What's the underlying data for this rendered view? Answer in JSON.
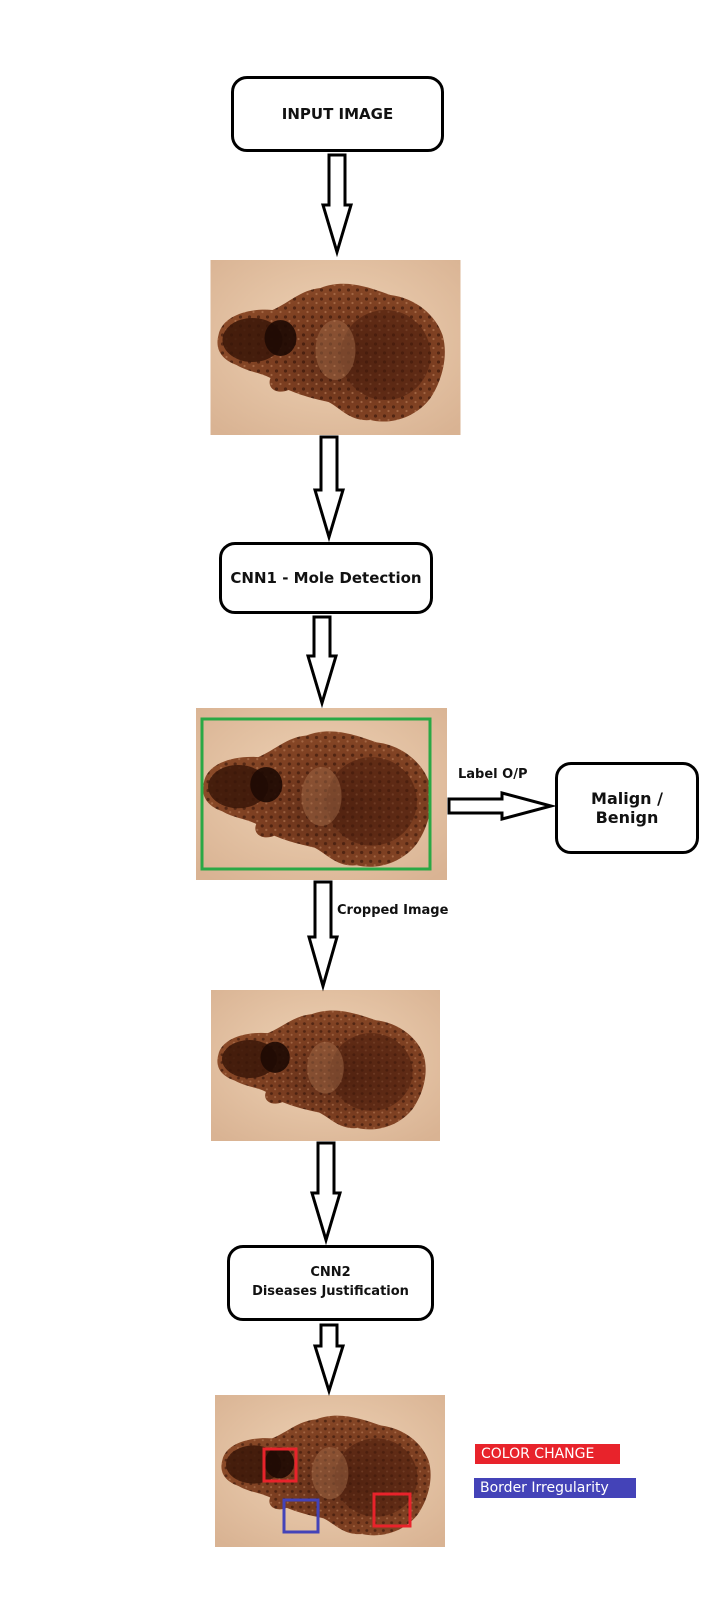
{
  "nodes": {
    "input": "INPUT IMAGE",
    "cnn1": "CNN1 - Mole Detection",
    "cnn2_line1": "CNN2",
    "cnn2_line2": "Diseases Justification",
    "output": "Malign / Benign"
  },
  "edge_labels": {
    "label_op": "Label O/P",
    "cropped": "Cropped Image"
  },
  "legend": {
    "color_change": "COLOR CHANGE",
    "color_change_color": "#e8232b",
    "border_irregularity": "Border Irregularity",
    "border_irregularity_color": "#4443b8"
  },
  "colors": {
    "detection_box": "#2aa845",
    "skin": "#e6c6a6",
    "mole_dark": "#3a1608",
    "mole_mid": "#6b3419"
  }
}
